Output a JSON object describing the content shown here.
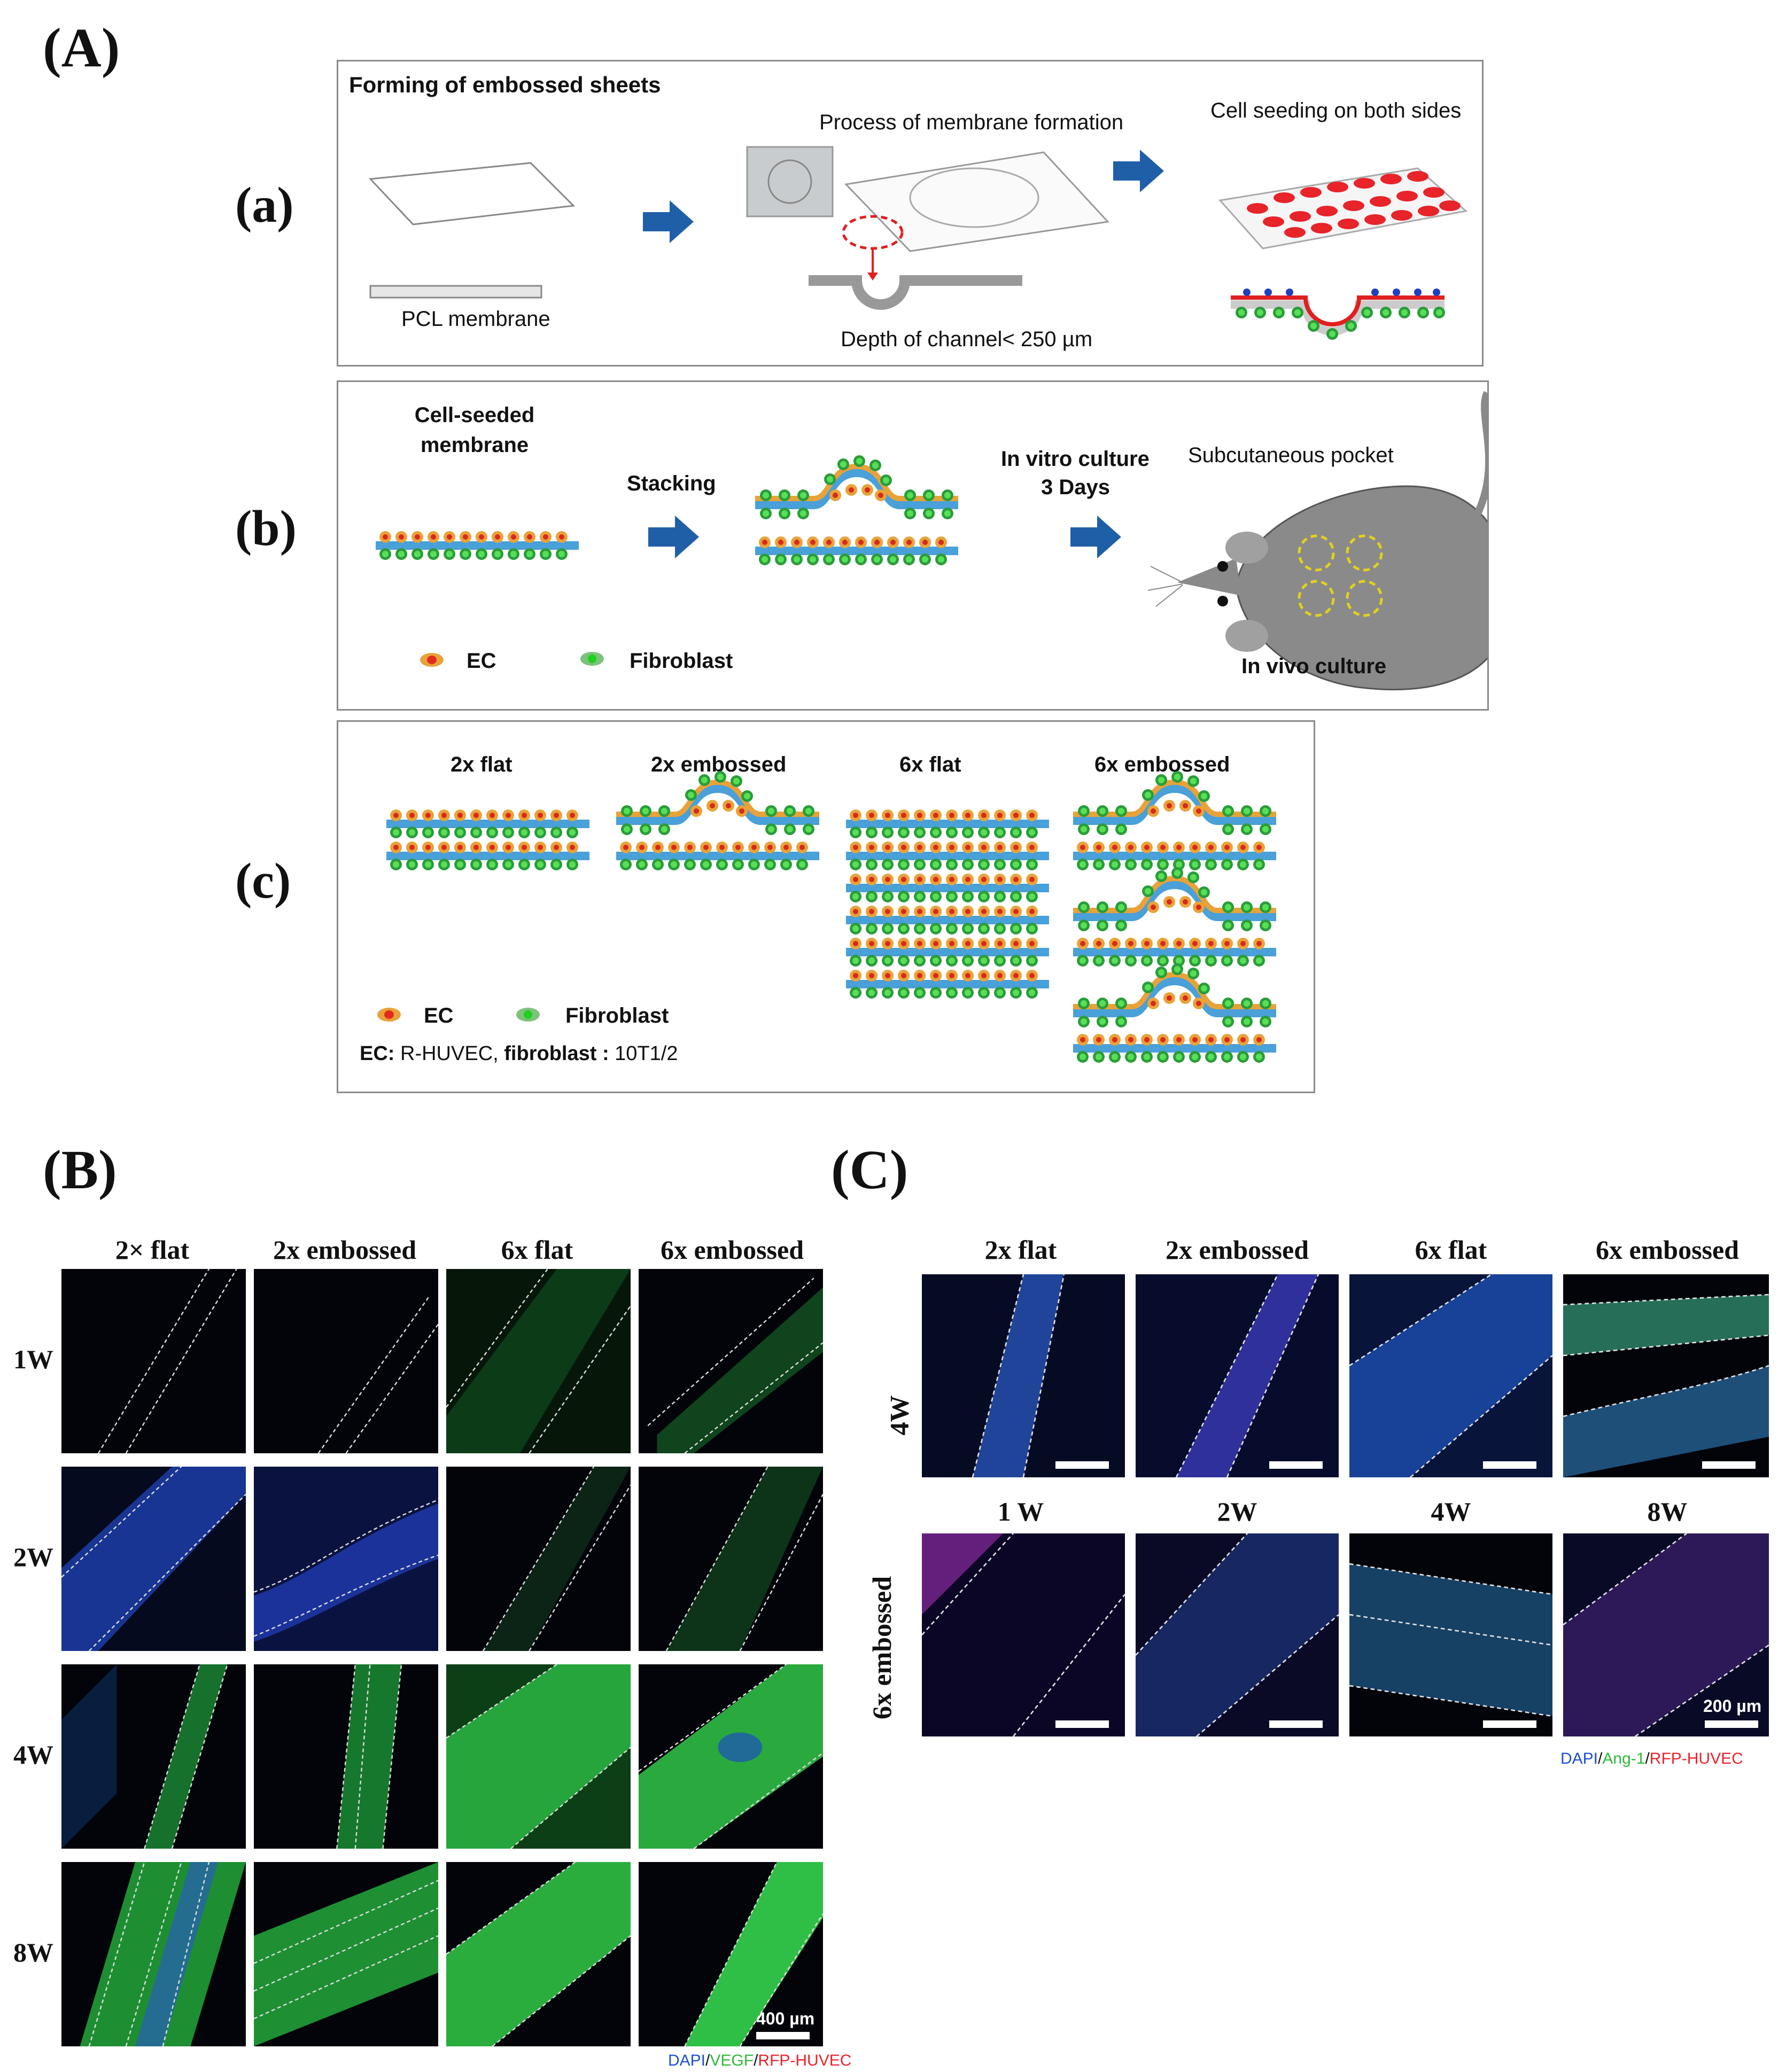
{
  "panel_A": {
    "letter": "(A)",
    "a": {
      "letter": "(a)",
      "title": "Forming of embossed sheets",
      "pcl_label": "PCL membrane",
      "process_label": "Process of membrane formation",
      "depth_label": "Depth of channel< 250 µm",
      "seeding_label": "Cell seeding on both sides"
    },
    "b": {
      "letter": "(b)",
      "cell_seeded_label": "Cell-seeded membrane",
      "stacking_label": "Stacking",
      "invitro_label": "In vitro culture",
      "days_label": "3 Days",
      "pocket_label": "Subcutaneous pocket",
      "invivo_label": "In vivo culture",
      "legend_ec": "EC",
      "legend_fib": "Fibroblast"
    },
    "c": {
      "letter": "(c)",
      "conditions": [
        "2x flat",
        "2x embossed",
        "6x flat",
        "6x embossed"
      ],
      "legend_ec": "EC",
      "legend_fib": "Fibroblast",
      "note_prefix": "EC:",
      "note_ec": "R-HUVEC,",
      "note_fib_prefix": "fibroblast :",
      "note_fib": "10T1/2"
    }
  },
  "panel_B": {
    "letter": "(B)",
    "columns": [
      "2× flat",
      "2x embossed",
      "6x flat",
      "6x embossed"
    ],
    "rows": [
      "1W",
      "2W",
      "4W",
      "8W"
    ],
    "scale_label": "400 µm",
    "stain": {
      "dapi": "DAPI",
      "sep": "/",
      "vegf": "VEGF",
      "rfp": "RFP-HUVEC"
    },
    "colors": {
      "dapi": "#1a4fd6",
      "vegf": "#2fd13a",
      "rfp": "#e8232a"
    }
  },
  "panel_C": {
    "letter": "(C)",
    "columns": [
      "2x flat",
      "2x embossed",
      "6x flat",
      "6x embossed"
    ],
    "row1_label": "4W",
    "row2_columns": [
      "1 W",
      "2W",
      "4W",
      "8W"
    ],
    "row2_label": "6x embossed",
    "scale_label": "200 µm",
    "stain": {
      "dapi": "DAPI",
      "sep": "/",
      "ang": "Ang-1",
      "rfp": "RFP-HUVEC"
    },
    "colors": {
      "dapi": "#1a4fd6",
      "ang": "#2fd13a",
      "rfp": "#e8232a"
    }
  },
  "colors": {
    "arrow": "#1f5fa8",
    "ec": "#e8a23a",
    "fib": "#3fb34a",
    "membrane": "#4aa0d8",
    "dashed": "#e2d020"
  }
}
